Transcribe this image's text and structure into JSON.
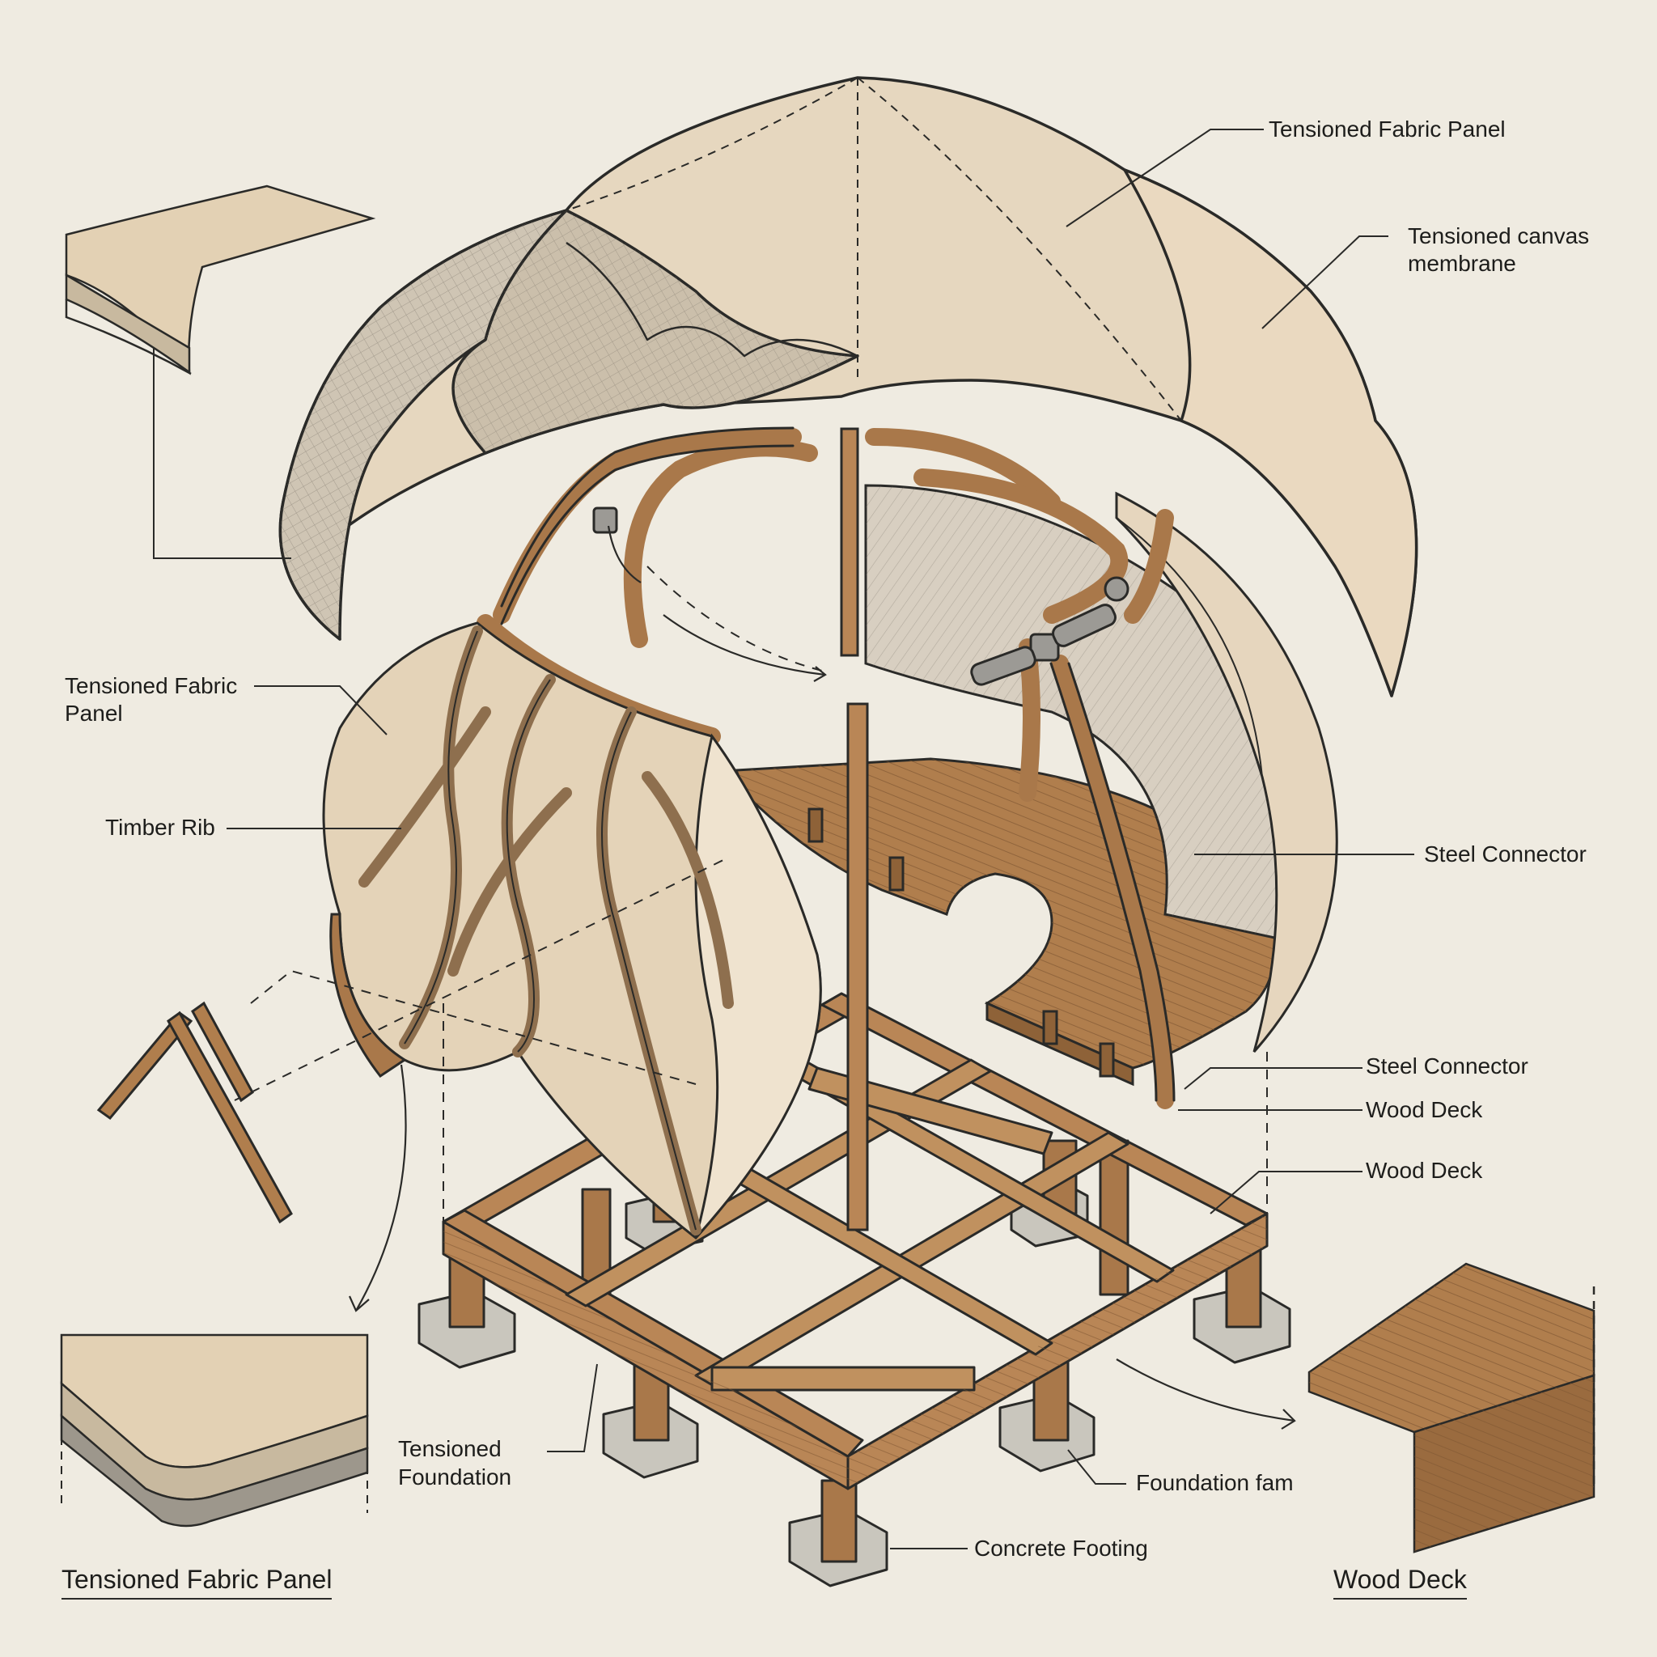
{
  "labels": {
    "top_fabric_panel": "Tensioned Fabric Panel",
    "canvas_membrane_1": "Tensioned canvas",
    "canvas_membrane_2": "membrane",
    "left_fabric_panel_1": "Tensioned Fabric",
    "left_fabric_panel_2": "Panel",
    "timber_rib": "Timber Rib",
    "steel_connector_upper": "Steel Connector",
    "steel_connector_lower": "Steel Connector",
    "wood_deck_upper": "Wood Deck",
    "wood_deck_lower": "Wood Deck",
    "tensioned_foundation_1": "Tensioned",
    "tensioned_foundation_2": "Foundation",
    "foundation_fam": "Foundation fam",
    "concrete_footing": "Concrete Footing"
  },
  "details": {
    "fabric_panel_title": "Tensioned Fabric Panel",
    "wood_deck_title": "Wood Deck"
  },
  "colors": {
    "paper": "#efebe1",
    "ink": "#2a2a28",
    "canvas": "#e7d6bc",
    "canvas_shadow": "#cbbfab",
    "timber": "#a9784a",
    "timber_light": "#c0915f",
    "concrete": "#c9c6bd"
  }
}
